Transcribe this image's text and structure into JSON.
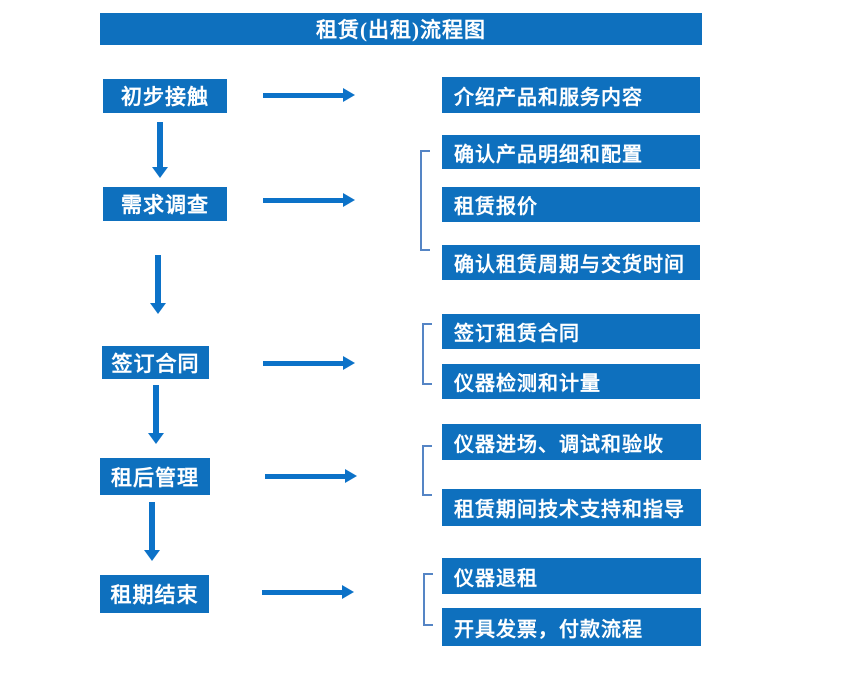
{
  "title": "租赁(出租)流程图",
  "colors": {
    "box_blue": "#0E70BE",
    "arrow_blue": "#0C72C8",
    "bracket_blue": "#5585C5",
    "text": "#FFFFFF",
    "background": "#FFFFFF"
  },
  "stages": [
    {
      "label": "初步接触",
      "details": [
        "介绍产品和服务内容"
      ]
    },
    {
      "label": "需求调查",
      "details": [
        "确认产品明细和配置",
        "租赁报价",
        "确认租赁周期与交货时间"
      ]
    },
    {
      "label": "签订合同",
      "details": [
        "签订租赁合同",
        "仪器检测和计量"
      ]
    },
    {
      "label": "租后管理",
      "details": [
        "仪器进场、调试和验收",
        "租赁期间技术支持和指导"
      ]
    },
    {
      "label": "租期结束",
      "details": [
        "仪器退租",
        "开具发票，付款流程"
      ]
    }
  ]
}
